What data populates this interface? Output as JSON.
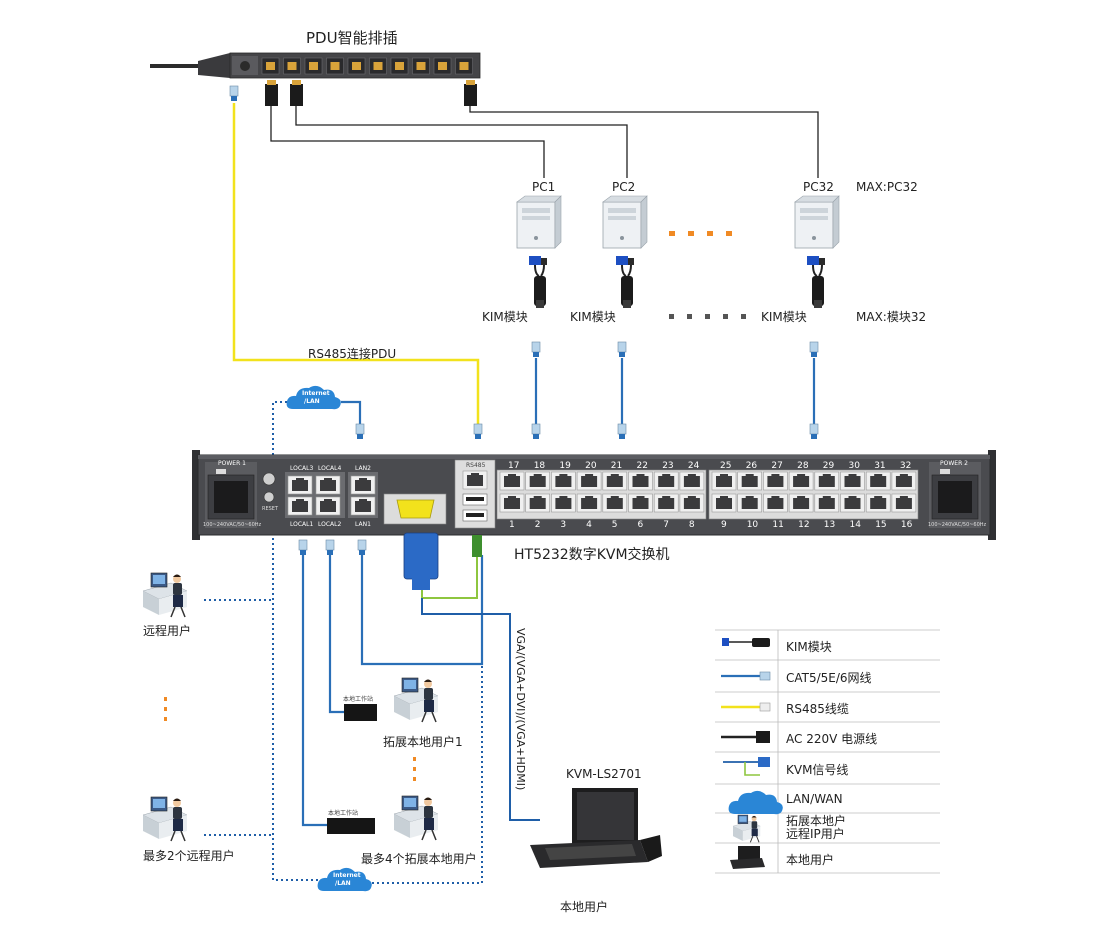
{
  "pdu": {
    "title": "PDU智能排插"
  },
  "pcs": {
    "pc1": "PC1",
    "pc2": "PC2",
    "pc32": "PC32",
    "max_pc": "MAX:PC32",
    "module_label": "KIM模块",
    "max_module": "MAX:模块32"
  },
  "rs485_label": "RS485连接PDU",
  "cloud_label_line1": "Internet",
  "cloud_label_line2": "/LAN",
  "kvm": {
    "name": "HT5232数字KVM交换机",
    "power1": "POWER 1",
    "power2": "POWER 2",
    "power_spec": "100~240VAC/50~60Hz",
    "reset": "RESET",
    "local3": "LOCAL3",
    "local4": "LOCAL4",
    "local1": "LOCAL1",
    "local2": "LOCAL2",
    "lan2": "LAN2",
    "lan1": "LAN1",
    "rs485": "RS485",
    "port_top": [
      "17",
      "18",
      "19",
      "20",
      "21",
      "22",
      "23",
      "24",
      "25",
      "26",
      "27",
      "28",
      "29",
      "30",
      "31",
      "32"
    ],
    "port_bottom": [
      "1",
      "2",
      "3",
      "4",
      "5",
      "6",
      "7",
      "8",
      "9",
      "10",
      "11",
      "12",
      "13",
      "14",
      "15",
      "16"
    ]
  },
  "users": {
    "remote": "远程用户",
    "remote_max": "最多2个远程用户",
    "ext1": "拓展本地用户1",
    "ext_max": "最多4个拓展本地用户",
    "workstation": "本地工作站",
    "local_console": "KVM-LS2701",
    "local_user": "本地用户",
    "vga_label": "VGA/(VGA+DVI)/(VGA+HDMI)"
  },
  "legend": [
    {
      "text": "KIM模块",
      "icon": "kim-module-icon"
    },
    {
      "text": "CAT5/5E/6网线",
      "icon": "network-cable-icon"
    },
    {
      "text": "RS485线缆",
      "icon": "rs485-cable-icon"
    },
    {
      "text": "AC 220V 电源线",
      "icon": "power-cable-icon"
    },
    {
      "text": "KVM信号线",
      "icon": "kvm-signal-cable-icon"
    },
    {
      "text": "LAN/WAN",
      "icon": "cloud-icon"
    },
    {
      "text": "拓展本地户\n远程IP用户",
      "icon": "user-workstation-icon"
    },
    {
      "text": "本地用户",
      "icon": "console-icon"
    }
  ],
  "colors": {
    "network": "#2a6fb7",
    "rs485": "#f2e21c",
    "power": "#222222",
    "dotted": "#1f5ea8",
    "dots_orange": "#f08a24",
    "dots_gray": "#555555",
    "kvm_body": "#4a4b4f",
    "cloud": "#2a86d6"
  }
}
